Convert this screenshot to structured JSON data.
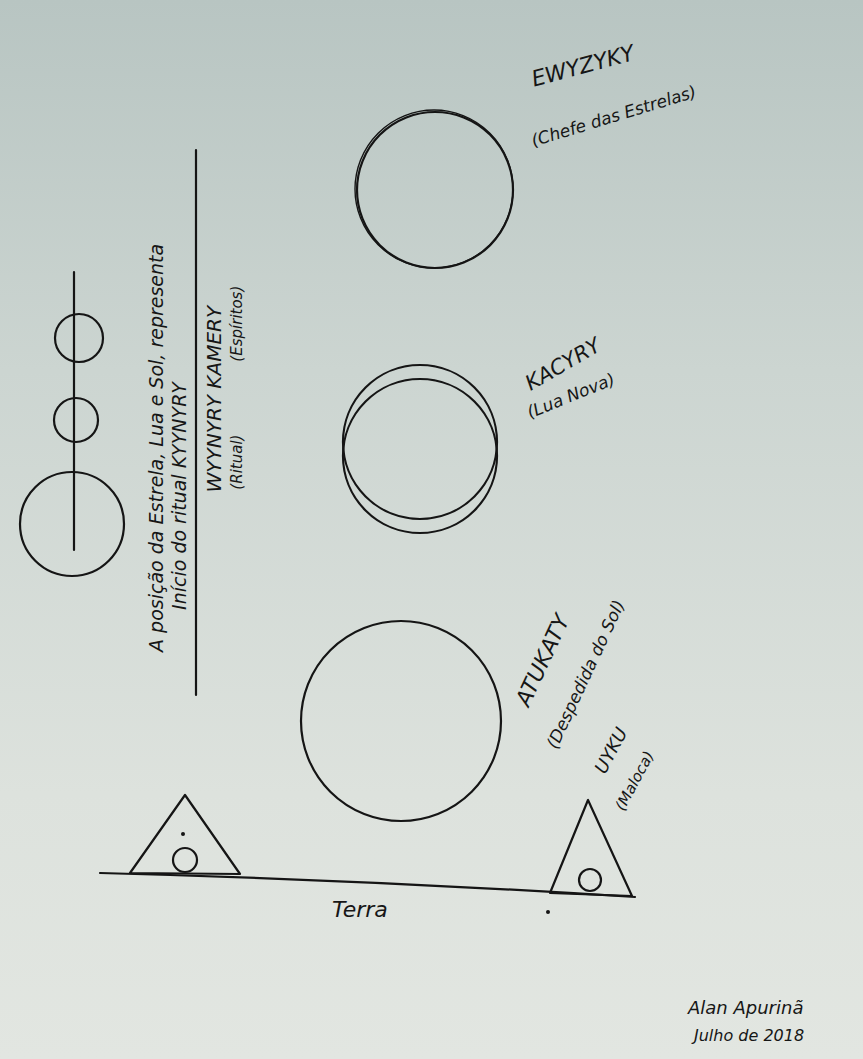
{
  "diagram": {
    "nodes": [
      {
        "text": [
          "EWYZYKY",
          "(Chefe das Estrelas)"
        ]
      },
      {
        "text": [
          "KACYRY",
          "(Lua Nova)"
        ]
      },
      {
        "text": [
          "ATUKATY",
          "(Despedida do Sol)"
        ]
      },
      {
        "text": [
          "UYKU",
          "(Maloca)"
        ]
      }
    ],
    "labels": [
      "A posição da Estrela, Lua e Sol, representa",
      "Início do ritual KYYNYRY",
      "WYYNYRY KAMERY",
      "(Ritual)",
      "(Espíritos)",
      "Terra",
      "Alan Apurinã",
      "Julho de 2018"
    ]
  }
}
